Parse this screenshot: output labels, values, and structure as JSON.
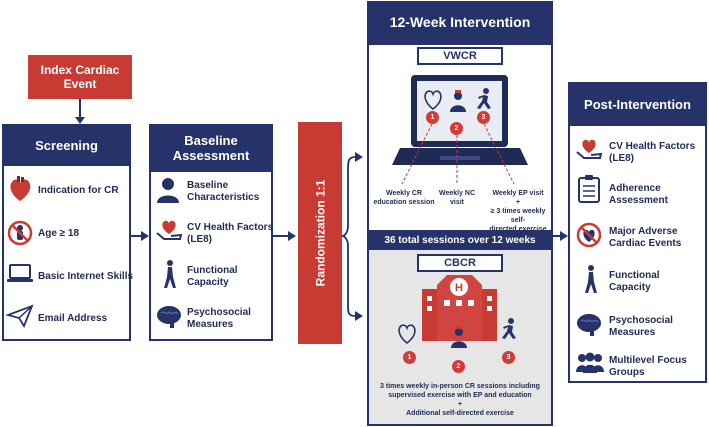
{
  "index_event": {
    "line1": "Index Cardiac",
    "line2": "Event"
  },
  "screening": {
    "title": "Screening",
    "items": [
      "Indication for CR",
      "Age ≥ 18",
      "Basic Internet Skills",
      "Email Address"
    ],
    "icons": [
      "heart-anatomy-icon",
      "no-minors-icon",
      "laptop-icon",
      "paper-plane-icon"
    ]
  },
  "baseline": {
    "title_line1": "Baseline",
    "title_line2": "Assessment",
    "items": [
      {
        "l1": "Baseline",
        "l2": "Characteristics"
      },
      {
        "l1": "CV Health Factors",
        "l2": "(LE8)"
      },
      {
        "l1": "Functional",
        "l2": "Capacity"
      },
      {
        "l1": "Psychosocial",
        "l2": "Measures"
      }
    ],
    "icons": [
      "person-icon",
      "heart-hand-icon",
      "walking-person-icon",
      "brain-icon"
    ]
  },
  "randomization": {
    "label": "Randomization 1:1"
  },
  "intervention": {
    "title": "12-Week Intervention",
    "vwcr": {
      "label": "VWCR",
      "numbers": [
        "1",
        "2",
        "3"
      ],
      "cap1": {
        "l1": "Weekly CR",
        "l2": "education session"
      },
      "cap2": {
        "l1": "Weekly NC",
        "l2": "visit"
      },
      "cap3": {
        "l1": "Weekly EP visit",
        "l2": "+",
        "l3": "≥ 3 times weekly self-",
        "l4": "directed exercise"
      }
    },
    "sessions_banner": "36 total sessions over 12 weeks",
    "cbcr": {
      "label": "CBCR",
      "numbers": [
        "1",
        "2",
        "3"
      ],
      "desc_l1": "3 times weekly in-person CR sessions including",
      "desc_l2": "supervised exercise with EP and education",
      "desc_l3": "+",
      "desc_l4": "Additional self-directed exercise"
    }
  },
  "post": {
    "title": "Post-Intervention",
    "items": [
      {
        "l1": "CV Health Factors",
        "l2": "(LE8)"
      },
      {
        "l1": "Adherence",
        "l2": "Assessment"
      },
      {
        "l1": "Major Adverse",
        "l2": "Cardiac Events"
      },
      {
        "l1": "Functional",
        "l2": "Capacity"
      },
      {
        "l1": "Psychosocial",
        "l2": "Measures"
      },
      {
        "l1": "Multilevel Focus",
        "l2": "Groups"
      }
    ],
    "icons": [
      "heart-hand-icon",
      "clipboard-checklist-icon",
      "no-heart-icon",
      "walking-person-icon",
      "brain-icon",
      "group-people-icon"
    ]
  },
  "colors": {
    "navy": "#25336a",
    "red": "#c83b33",
    "gray": "#e6e6e6"
  }
}
